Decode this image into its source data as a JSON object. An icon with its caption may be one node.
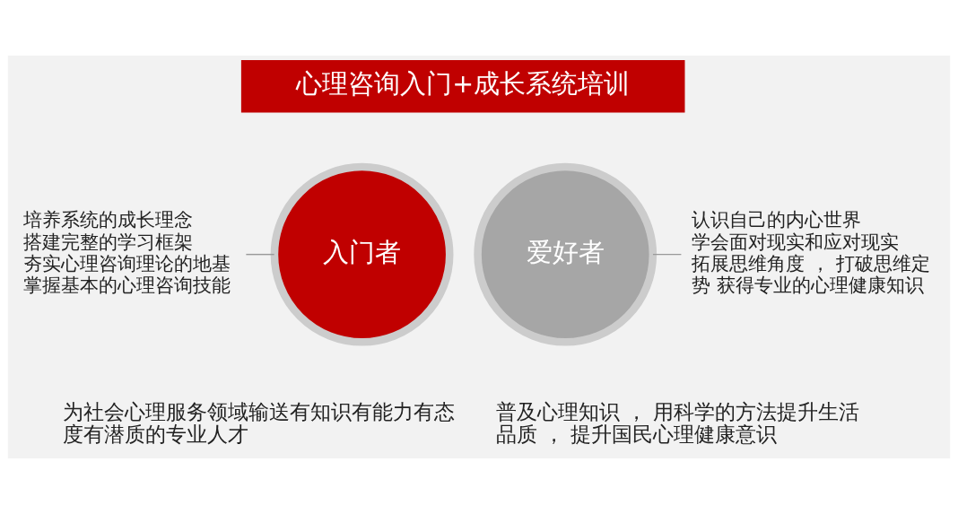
{
  "diagram": {
    "nodes": [
      {
        "text": [
          "心理咨询入门+成长系统培训"
        ]
      },
      {
        "text": [
          "培养系统的成长理念",
          "搭建完整的学习框架",
          "夯实心理咨询理论的地基",
          "掌握基本的心理咨询技能"
        ]
      },
      {
        "text": [
          "入门者"
        ]
      },
      {
        "text": [
          "爱好者"
        ]
      },
      {
        "text": [
          "认识自己的内心世界",
          "学会面对现实和应对现实",
          "拓展思维角度 ， 打破思维定势 获得专业的心理健康知识"
        ]
      }
    ],
    "edges": [
      {
        "from": 1,
        "to": 2,
        "arrow": "none",
        "color": "#999999"
      },
      {
        "from": 4,
        "to": 3,
        "arrow": "none",
        "color": "#999999"
      }
    ],
    "labels": [
      "为社会心理服务领域输送有知识有能力有态度有潜质的专业人才",
      "普及心理知识 ， 用科学的方法提升生活品质 ， 提升国民心理健康意识"
    ]
  }
}
